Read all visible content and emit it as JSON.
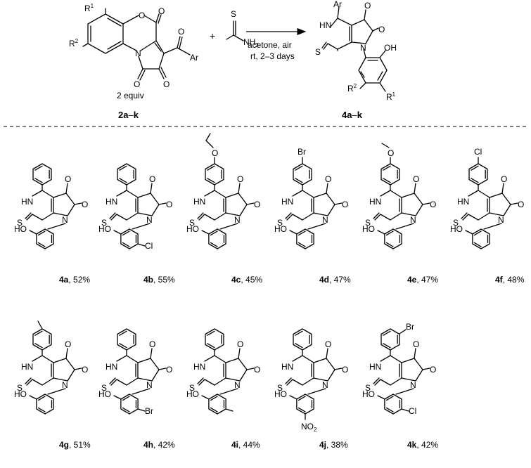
{
  "scheme": {
    "reactant_label_prefix": "2a",
    "reactant_label_suffix": "k",
    "reactant_amount": "2 equiv",
    "reactant_r1": "R",
    "reactant_r1_sup": "1",
    "reactant_r2": "R",
    "reactant_r2_sup": "2",
    "reactant_ar": "Ar",
    "plus": "+",
    "thioamide_s": "S",
    "thioamide_nh2": "NH",
    "thioamide_nh2_sub": "2",
    "conditions_line1": "acetone, air",
    "conditions_line2": "rt, 2–3 days",
    "product_label_prefix": "4a",
    "product_label_suffix": "k",
    "product_ar": "Ar",
    "product_oh": "OH",
    "product_r1": "R",
    "product_r1_sup": "1",
    "product_r2": "R",
    "product_r2_sup": "2"
  },
  "atoms": {
    "O": "O",
    "S": "S",
    "N": "N",
    "HN": "HN",
    "HO": "HO",
    "Br": "Br",
    "Cl": "Cl",
    "NO2": "NO",
    "NO2_sub": "2"
  },
  "compounds": [
    {
      "id": "4a",
      "yield": "52%"
    },
    {
      "id": "4b",
      "yield": "55%"
    },
    {
      "id": "4c",
      "yield": "45%"
    },
    {
      "id": "4d",
      "yield": "47%"
    },
    {
      "id": "4e",
      "yield": "47%"
    },
    {
      "id": "4f",
      "yield": "48%"
    },
    {
      "id": "4g",
      "yield": "51%"
    },
    {
      "id": "4h",
      "yield": "42%"
    },
    {
      "id": "4i",
      "yield": "44%"
    },
    {
      "id": "4j",
      "yield": "38%"
    },
    {
      "id": "4k",
      "yield": "42%"
    }
  ]
}
